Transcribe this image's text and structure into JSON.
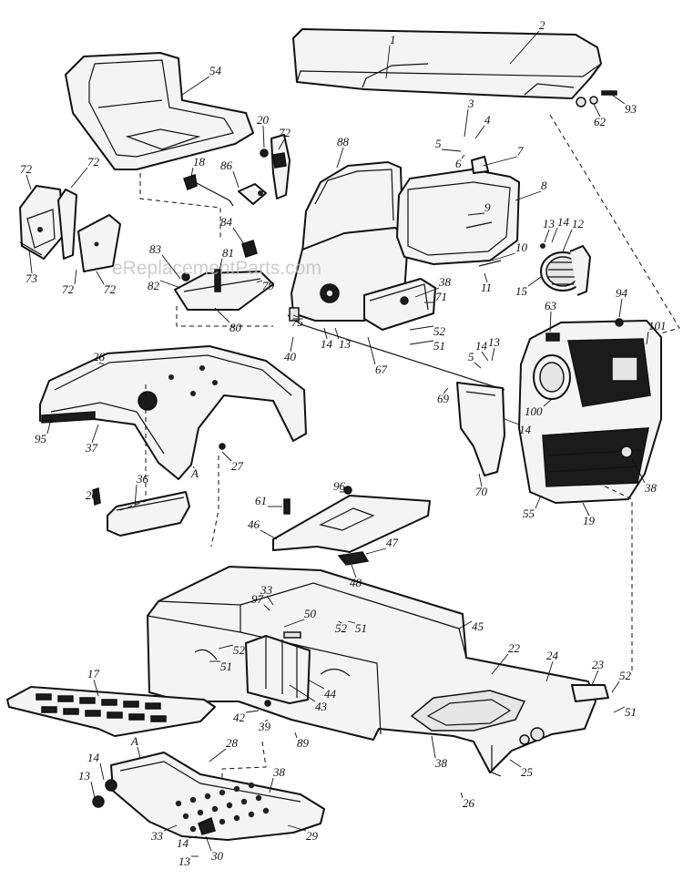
{
  "watermark": "eReplacementParts.com",
  "callouts": [
    {
      "id": "2",
      "label": "2"
    },
    {
      "id": "1",
      "label": "1"
    },
    {
      "id": "54",
      "label": "54"
    },
    {
      "id": "93",
      "label": "93"
    },
    {
      "id": "62",
      "label": "62"
    },
    {
      "id": "3",
      "label": "3"
    },
    {
      "id": "4",
      "label": "4"
    },
    {
      "id": "5a",
      "label": "5"
    },
    {
      "id": "7",
      "label": "7"
    },
    {
      "id": "6",
      "label": "6"
    },
    {
      "id": "8",
      "label": "8"
    },
    {
      "id": "9",
      "label": "9"
    },
    {
      "id": "72a",
      "label": "72"
    },
    {
      "id": "72b",
      "label": "72"
    },
    {
      "id": "20",
      "label": "20"
    },
    {
      "id": "72c",
      "label": "72"
    },
    {
      "id": "88",
      "label": "88"
    },
    {
      "id": "18",
      "label": "18"
    },
    {
      "id": "86",
      "label": "86"
    },
    {
      "id": "84",
      "label": "84"
    },
    {
      "id": "13a",
      "label": "13"
    },
    {
      "id": "14a",
      "label": "14"
    },
    {
      "id": "12",
      "label": "12"
    },
    {
      "id": "10",
      "label": "10"
    },
    {
      "id": "73",
      "label": "73"
    },
    {
      "id": "72d",
      "label": "72"
    },
    {
      "id": "72e",
      "label": "72"
    },
    {
      "id": "83",
      "label": "83"
    },
    {
      "id": "81",
      "label": "81"
    },
    {
      "id": "82",
      "label": "82"
    },
    {
      "id": "79",
      "label": "79"
    },
    {
      "id": "80",
      "label": "80"
    },
    {
      "id": "11",
      "label": "11"
    },
    {
      "id": "15",
      "label": "15"
    },
    {
      "id": "38a",
      "label": "38"
    },
    {
      "id": "71",
      "label": "71"
    },
    {
      "id": "63",
      "label": "63"
    },
    {
      "id": "94",
      "label": "94"
    },
    {
      "id": "101",
      "label": "101"
    },
    {
      "id": "75",
      "label": "75"
    },
    {
      "id": "14b",
      "label": "14"
    },
    {
      "id": "13b",
      "label": "13"
    },
    {
      "id": "52a",
      "label": "52"
    },
    {
      "id": "51a",
      "label": "51"
    },
    {
      "id": "40",
      "label": "40"
    },
    {
      "id": "67",
      "label": "67"
    },
    {
      "id": "5b",
      "label": "5"
    },
    {
      "id": "14c",
      "label": "14"
    },
    {
      "id": "13c",
      "label": "13"
    },
    {
      "id": "26a",
      "label": "26"
    },
    {
      "id": "100",
      "label": "100"
    },
    {
      "id": "69",
      "label": "69"
    },
    {
      "id": "14d",
      "label": "14"
    },
    {
      "id": "95",
      "label": "95"
    },
    {
      "id": "37",
      "label": "37"
    },
    {
      "id": "27",
      "label": "27"
    },
    {
      "id": "A1",
      "label": "A"
    },
    {
      "id": "70",
      "label": "70"
    },
    {
      "id": "55",
      "label": "55"
    },
    {
      "id": "38b",
      "label": "38"
    },
    {
      "id": "19",
      "label": "19"
    },
    {
      "id": "26b",
      "label": "26"
    },
    {
      "id": "36",
      "label": "36"
    },
    {
      "id": "96",
      "label": "96"
    },
    {
      "id": "61",
      "label": "61"
    },
    {
      "id": "46",
      "label": "46"
    },
    {
      "id": "47",
      "label": "47"
    },
    {
      "id": "48",
      "label": "48"
    },
    {
      "id": "33a",
      "label": "33"
    },
    {
      "id": "97",
      "label": "97"
    },
    {
      "id": "50",
      "label": "50"
    },
    {
      "id": "52b",
      "label": "52"
    },
    {
      "id": "51b",
      "label": "51"
    },
    {
      "id": "45",
      "label": "45"
    },
    {
      "id": "22",
      "label": "22"
    },
    {
      "id": "24",
      "label": "24"
    },
    {
      "id": "23",
      "label": "23"
    },
    {
      "id": "52c",
      "label": "52"
    },
    {
      "id": "51c",
      "label": "51"
    },
    {
      "id": "52d",
      "label": "52"
    },
    {
      "id": "51d",
      "label": "51"
    },
    {
      "id": "17",
      "label": "17"
    },
    {
      "id": "44",
      "label": "44"
    },
    {
      "id": "43",
      "label": "43"
    },
    {
      "id": "42",
      "label": "42"
    },
    {
      "id": "39",
      "label": "39"
    },
    {
      "id": "89",
      "label": "89"
    },
    {
      "id": "A2",
      "label": "A"
    },
    {
      "id": "28",
      "label": "28"
    },
    {
      "id": "14e",
      "label": "14"
    },
    {
      "id": "13d",
      "label": "13"
    },
    {
      "id": "38c",
      "label": "38"
    },
    {
      "id": "38d",
      "label": "38"
    },
    {
      "id": "25",
      "label": "25"
    },
    {
      "id": "26c",
      "label": "26"
    },
    {
      "id": "33b",
      "label": "33"
    },
    {
      "id": "29",
      "label": "29"
    },
    {
      "id": "14f",
      "label": "14"
    },
    {
      "id": "13e",
      "label": "13"
    },
    {
      "id": "30",
      "label": "30"
    }
  ]
}
